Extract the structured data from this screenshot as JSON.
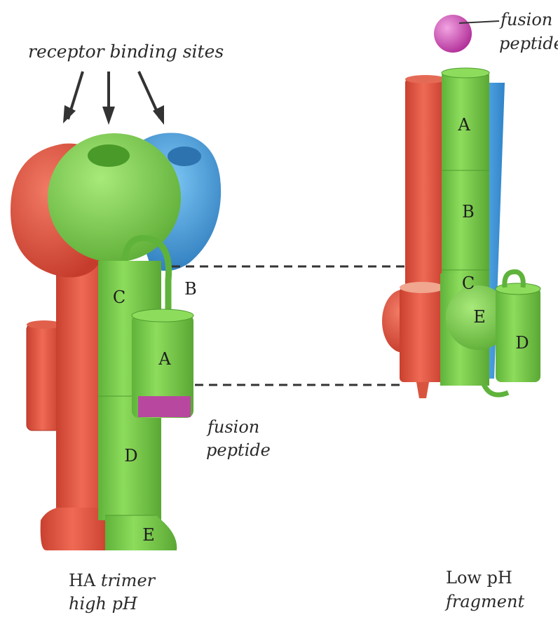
{
  "labels": {
    "receptor_binding_sites": "receptor binding sites",
    "fusion_peptide_left_1": "fusion",
    "fusion_peptide_left_2": "peptide",
    "fusion_peptide_right_1": "fusion",
    "fusion_peptide_right_2": "peptide",
    "caption_left_1_plain": "HA ",
    "caption_left_1_italic": "trimer",
    "caption_left_2": "high pH",
    "caption_right_1": "Low pH",
    "caption_right_2": "fragment"
  },
  "segments_left": {
    "a": "A",
    "b": "B",
    "c": "C",
    "d": "D",
    "e": "E"
  },
  "segments_right": {
    "a": "A",
    "b": "B",
    "c": "C",
    "d": "D",
    "e": "E"
  },
  "colors": {
    "red": "#e8523f",
    "red_dark": "#c23a2a",
    "green": "#7cd14e",
    "green_dark": "#4f9c2f",
    "blue": "#4ea7e6",
    "blue_dark": "#2d7bbd",
    "magenta": "#c23aa6",
    "arrow": "#333333",
    "dash": "#333333"
  }
}
